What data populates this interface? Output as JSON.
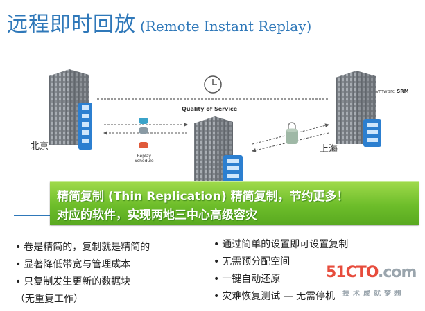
{
  "title": {
    "zh": "远程即时回放",
    "en": "(Remote Instant Replay)"
  },
  "diagram": {
    "cities": {
      "left": "北京",
      "right": "上海"
    },
    "qos_label": "Quality of Service",
    "replay_label": [
      "Replay",
      "Schedule"
    ],
    "vmware_logo": {
      "brand": "vmware",
      "product": "SRM"
    }
  },
  "banner": {
    "line1": "精简复制 (Thin Replication) 精简复制，节约更多！",
    "line2": "对应的软件，实现两地三中心高级容灾"
  },
  "bullets_left": [
    {
      "text": "卷是精简的，复制就是精简的",
      "bullet": true
    },
    {
      "text": "显著降低带宽与管理成本",
      "bullet": true
    },
    {
      "text": "只复制发生更新的数据块",
      "bullet": true
    },
    {
      "text": "（无重复工作）",
      "bullet": false
    }
  ],
  "bullets_right": [
    {
      "text": "通过简单的设置即可设置复制",
      "bullet": true
    },
    {
      "text": "无需预分配空间",
      "bullet": true
    },
    {
      "text": "一键自动还原",
      "bullet": true
    },
    {
      "text": "灾难恢复测试 — 无需停机",
      "bullet": true
    }
  ],
  "watermark": {
    "brand_a": "51CTO",
    "brand_b": ".com",
    "tagline": "技术成就梦想"
  },
  "colors": {
    "title": "#2f78b9",
    "banner": "#6dbd2a",
    "storage": "#2c7fd0",
    "watermark": "#e74c3c"
  }
}
